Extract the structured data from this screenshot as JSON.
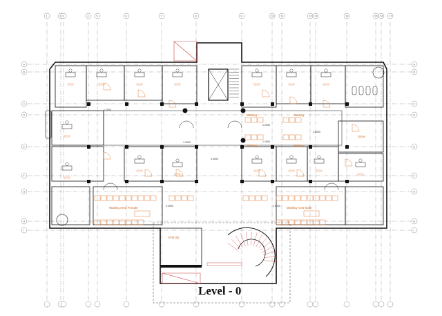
{
  "title": "Level - 0",
  "grid_columns": [
    "1",
    "2",
    "3",
    "4",
    "5",
    "6",
    "7",
    "8",
    "9",
    "10",
    "11",
    "12",
    "13",
    "14",
    "15",
    "16",
    "17"
  ],
  "grid_rows": [
    "A",
    "B",
    "C",
    "D",
    "E",
    "F",
    "G",
    "H",
    "I"
  ],
  "rooms": {
    "waiting_female": "Waiting Area Female",
    "waiting_male": "Waiting Area Male",
    "waiting_1": "Waiting",
    "waiting_2": "Waiting",
    "waiting_3": "Waiting",
    "waiting_4": "Waiting",
    "store": "Store",
    "atm": "ATM lab"
  },
  "dimensions": {
    "corridor_width": "4.0000",
    "bay_left": "3.4000",
    "bay_right": "3.4000",
    "door_1": "1.2000",
    "door_2": "1.2000",
    "door_3": "1.2000",
    "door_4": "1.2000",
    "room_depth": "3.8000"
  },
  "colors": {
    "walls": "#111111",
    "furniture": "#e07a3a",
    "grid": "#888888",
    "stair": "#d04040"
  }
}
